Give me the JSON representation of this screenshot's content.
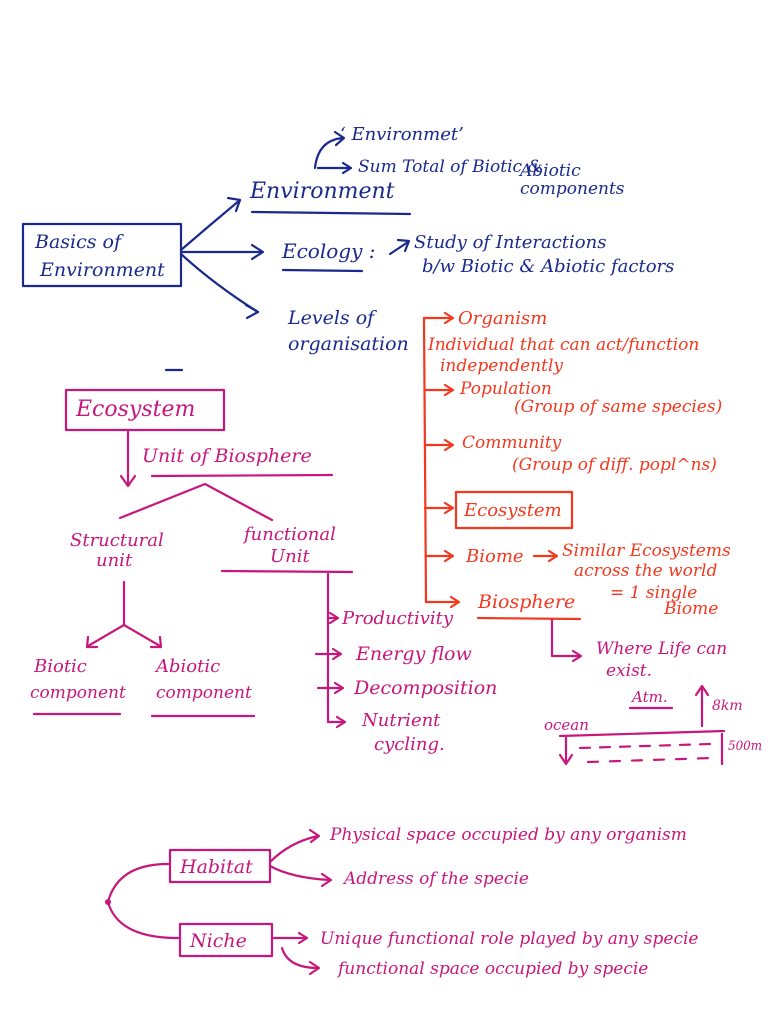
{
  "colors": {
    "navy": "#1a2a8c",
    "red": "#f2381e",
    "magenta": "#c8177c",
    "background": "#ffffff"
  },
  "top": {
    "box_label_line1": "Basics of",
    "box_label_line2": "Environment",
    "environment": "Environment",
    "env_note_quote": "‘ Environmet’",
    "env_note_sum": "Sum Total of Biotic &",
    "env_note_abiotic": "Abiotic",
    "env_note_components": "components",
    "ecology": "Ecology :",
    "ecology_def_line1": "Study of Interactions",
    "ecology_def_line2": "b/w Biotic & Abiotic factors",
    "levels_line1": "Levels of",
    "levels_line2": "organisation"
  },
  "levels": {
    "organism": "Organism",
    "organism_def_line1": "Individual that can act/function",
    "organism_def_line2": "independently",
    "population": "Population",
    "population_def": "(Group of same species)",
    "community": "Community",
    "community_def": "(Group of diff. popl^ns)",
    "ecosystem": "Ecosystem",
    "biome": "Biome",
    "biome_def_line1": "Similar Ecosystems",
    "biome_def_line2": "across the world",
    "biome_eq_line1": "= 1 single",
    "biome_eq_line2": "Biome",
    "biosphere": "Biosphere",
    "biosphere_def_line1": "Where Life can",
    "biosphere_def_line2": "exist.",
    "atm": "Atm.",
    "atm_height": "8km",
    "ocean": "ocean",
    "ocean_depth": "500m"
  },
  "ecosystem": {
    "title": "Ecosystem",
    "unit_of": "Unit of Biosphere",
    "structural_line1": "Structural",
    "structural_line2": "unit",
    "functional_line1": "functional",
    "functional_line2": "Unit",
    "biotic_line1": "Biotic",
    "biotic_line2": "component",
    "abiotic_line1": "Abiotic",
    "abiotic_line2": "component",
    "productivity": "Productivity",
    "energy_flow": "Energy flow",
    "decomposition": "Decomposition",
    "nutrient_line1": "Nutrient",
    "nutrient_line2": "cycling."
  },
  "habitat": {
    "habitat": "Habitat",
    "habitat_def1": "Physical space occupied by any organism",
    "habitat_def2": "Address of the specie",
    "niche": "Niche",
    "niche_def1": "Unique functional role played by any specie",
    "niche_def2": "functional space occupied by specie"
  }
}
